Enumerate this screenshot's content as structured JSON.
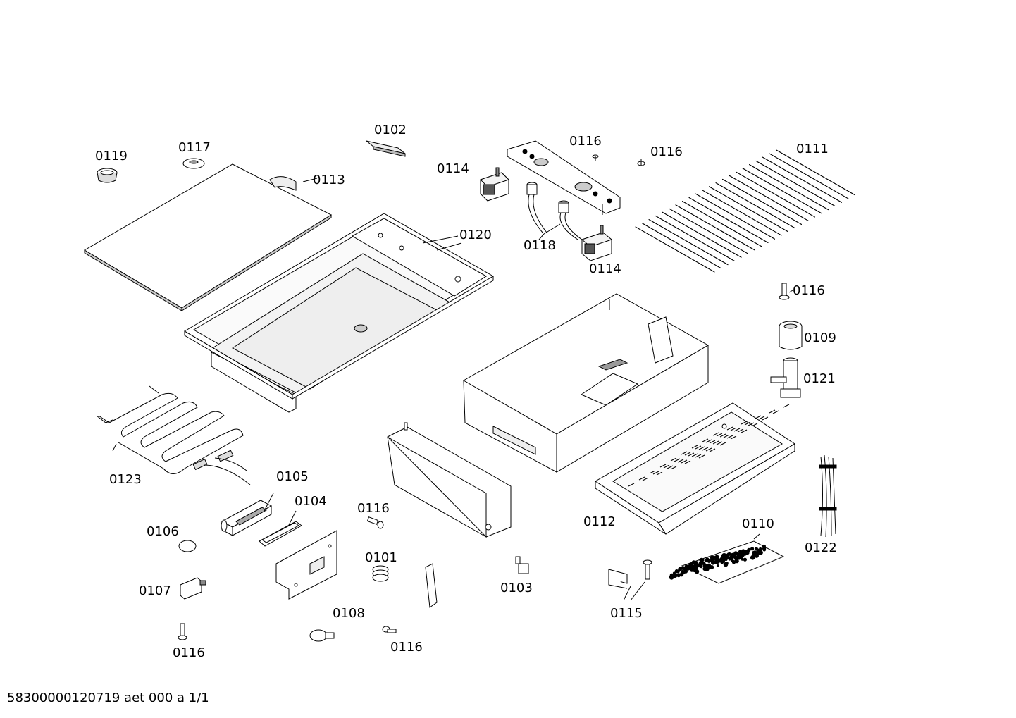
{
  "labels": {
    "p0119": "0119",
    "p0117": "0117",
    "p0102": "0102",
    "p0116_top": "0116",
    "p0116_top2": "0116",
    "p0111": "0111",
    "p0113": "0113",
    "p0114_a": "0114",
    "p0120": "0120",
    "p0118": "0118",
    "p0114_b": "0114",
    "p0116_right": "0116",
    "p0109": "0109",
    "p0121": "0121",
    "p0123": "0123",
    "p0105": "0105",
    "p0104": "0104",
    "p0116_mid": "0116",
    "p0106": "0106",
    "p0112": "0112",
    "p0110": "0110",
    "p0122": "0122",
    "p0101": "0101",
    "p0107": "0107",
    "p0103": "0103",
    "p0115": "0115",
    "p0108": "0108",
    "p0116_bot": "0116",
    "p0116_bot2": "0116"
  },
  "footer": {
    "doc_id": "58300000120719 aet 000 a 1/1"
  }
}
